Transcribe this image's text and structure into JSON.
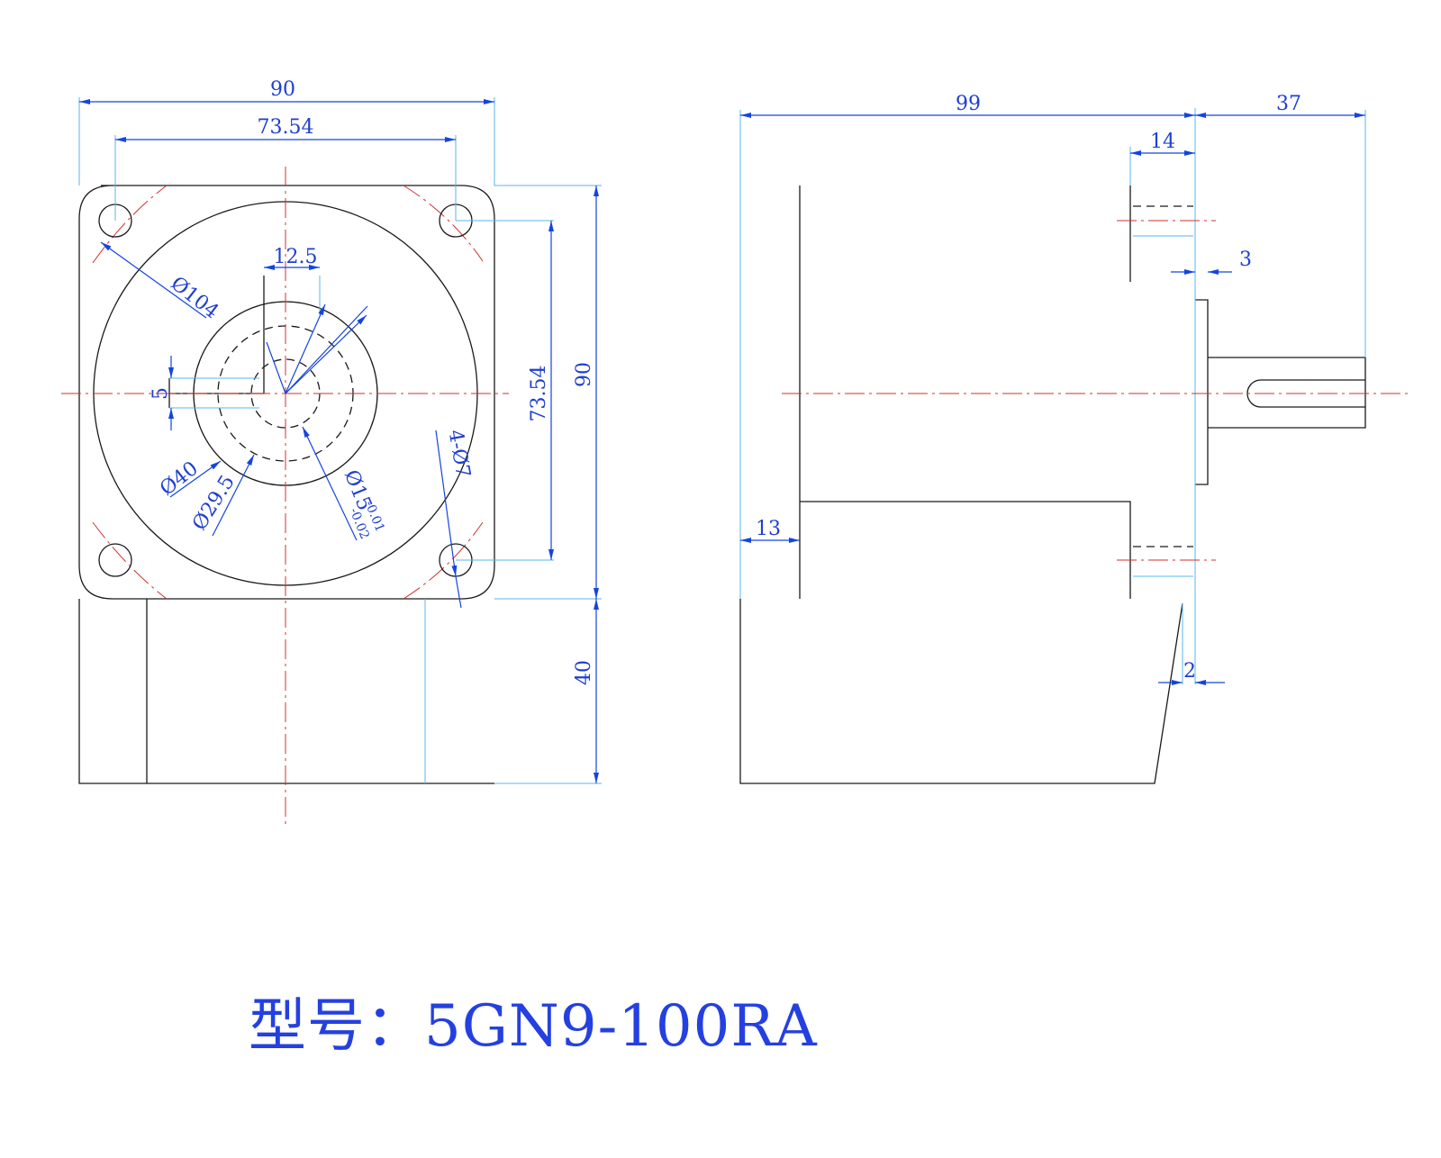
{
  "front_view": {
    "width_overall": "90",
    "hole_spacing_h": "73.54",
    "key_width": "12.5",
    "key_height": "5",
    "pcd": "Ø104",
    "boss_dia": "Ø40",
    "pilot_dia": "Ø29.5",
    "shaft_dia": "Ø15",
    "shaft_tol_upper": "-0.01",
    "shaft_tol_lower": "-0.02",
    "mount_holes": "4-Ø7",
    "hole_spacing_v": "73.54",
    "height_overall": "90",
    "base_height": "40"
  },
  "side_view": {
    "body_length": "99",
    "shaft_length": "37",
    "front_depth": "14",
    "flange_thickness": "3",
    "rear_offset": "13",
    "base_offset": "2"
  },
  "model": {
    "label": "型号：",
    "number": "5GN9-100RA"
  },
  "colors": {
    "dimension": "#1444e0",
    "extension": "#5ab4ec",
    "centerline": "#d03030",
    "outline": "#1a1a1a"
  }
}
